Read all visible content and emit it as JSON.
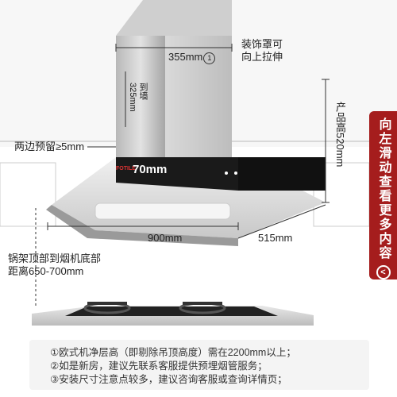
{
  "dimensions": {
    "cover_width": "355mm",
    "cover_width_marker": "1",
    "cover_height": "325mm",
    "to_ceiling": "到墙",
    "cover_note_line1": "装饰罩可",
    "cover_note_line2": "向上拉伸",
    "side_gap": "两边预留≥5mm",
    "product_height": "产品高520mm",
    "hood_thickness": "70mm",
    "width": "900mm",
    "depth": "515mm",
    "distance_line1": "锅架顶部到烟机底部",
    "distance_line2": "距离650-700mm"
  },
  "side_tab": {
    "text": "向左滑动查看更多内容",
    "icon": "chevron-left-icon",
    "icon_glyph": "<",
    "color": "#a51d1d"
  },
  "notes": [
    "①欧式机净层高（即剔除吊顶高度）需在2200mm以上；",
    "②如是新房，建议先联系客服提供预埋烟管服务；",
    "③安装尺寸注意点较多，建议咨询客服或查询详情页；"
  ],
  "brand_mark": "FOTILE"
}
